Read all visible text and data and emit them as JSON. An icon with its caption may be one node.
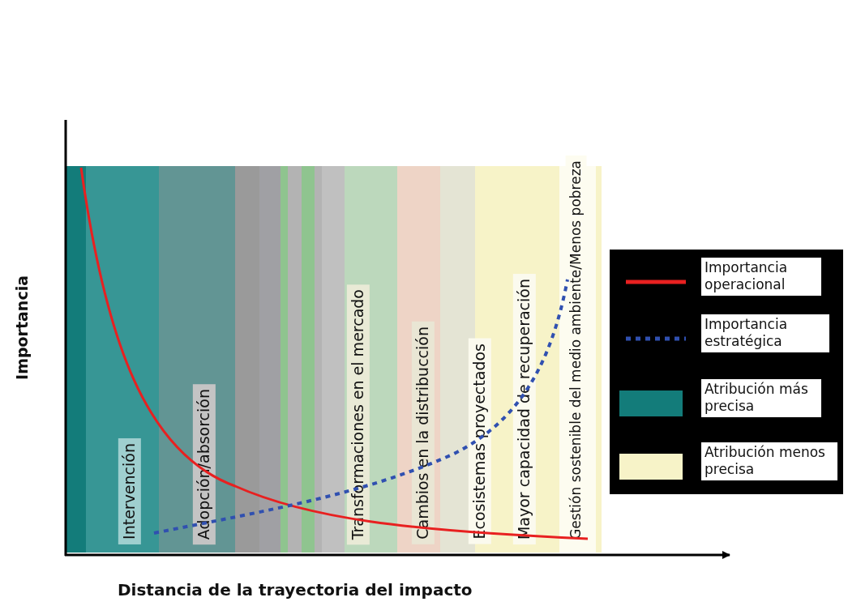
{
  "diagram": {
    "labels": [
      "Importancia",
      "Intervención",
      "Adopción/absorción",
      "Transformaciones en el mercado",
      "Cambios en la distribucción",
      "Ecosistemas proyectados",
      "Mayor capacidad de recuperación",
      "Gestión sostenible del medio ambiente/Menos pobreza",
      "Distancia de la trayectoria del impacto"
    ],
    "legend": [
      {
        "text": "Importancia operacional"
      },
      {
        "text": "Importancia estratégica"
      },
      {
        "text": "Atribución más precisa",
        "color": "#137c7a"
      },
      {
        "text": "Atribución menos precisa",
        "color": "#f7f3c8"
      }
    ]
  }
}
